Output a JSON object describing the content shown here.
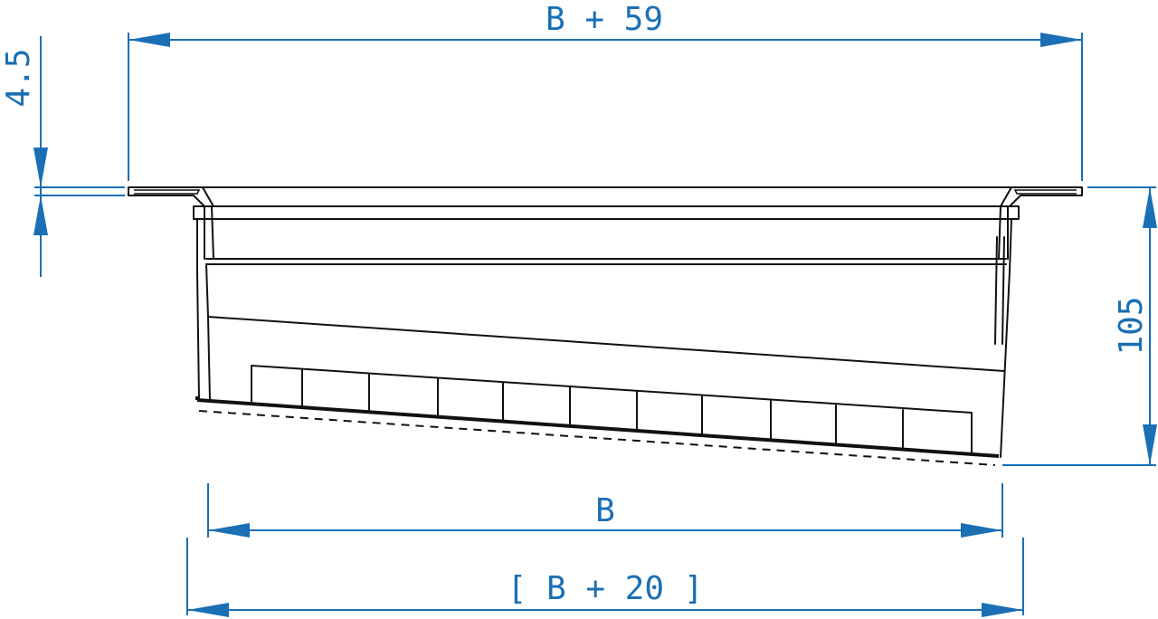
{
  "dimensions": {
    "top_width": "B + 59",
    "flange_thickness": "4.5",
    "height": "105",
    "inner_width": "B",
    "outer_width": "[ B + 20 ]"
  },
  "colors": {
    "dimension": "#1a6fb5",
    "outline": "#111111",
    "background": "#ffffff"
  }
}
